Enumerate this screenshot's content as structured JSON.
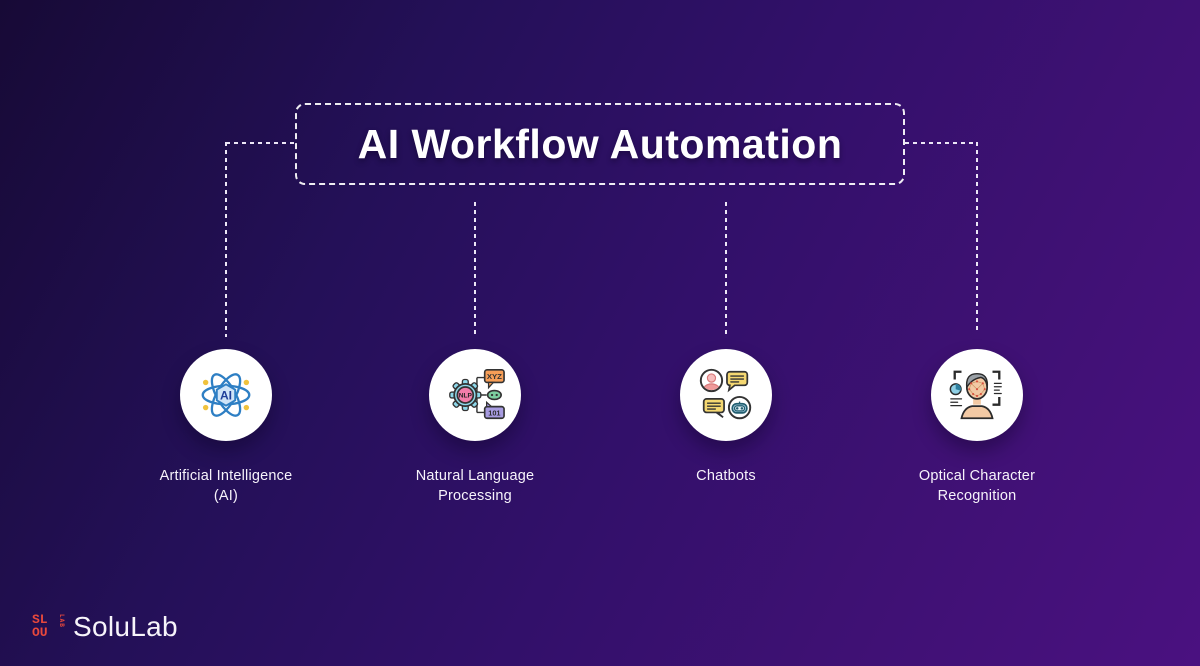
{
  "page": {
    "title": "AI Workflow Automation"
  },
  "nodes": [
    {
      "label_lines": [
        "Artificial Intelligence",
        "(AI)"
      ],
      "icon": "ai-atom-icon",
      "icon_text": "AI"
    },
    {
      "label_lines": [
        "Natural Language",
        "Processing"
      ],
      "icon": "nlp-gear-icon",
      "icon_text": "NLP",
      "icon_bubble_top": "XYZ",
      "icon_bubble_bottom": "101"
    },
    {
      "label_lines": [
        "Chatbots"
      ],
      "icon": "chatbots-icon"
    },
    {
      "label_lines": [
        "Optical Character",
        "Recognition"
      ],
      "icon": "ocr-face-icon"
    }
  ],
  "brand": {
    "name": "SoluLab",
    "mark_top": "SL",
    "mark_bottom": "OU",
    "mark_side": "LAB"
  },
  "colors": {
    "bg_start": "#170a36",
    "bg_end": "#4a1180",
    "title_text": "#ffffff",
    "connector": "#ece6f6",
    "brand_red": "#e8483c",
    "atom_blue": "#2e7fc4",
    "atom_dot_yellow": "#f0c23c",
    "gear_cyan": "#8ed8ea",
    "nlp_pink": "#f27daa",
    "xyz_orange": "#f79e57",
    "box_purple": "#a79be0",
    "pill_green": "#7ccf9f",
    "bubble_yellow": "#f5d871",
    "person_pink": "#ef9a9a",
    "robot_blue": "#aed6ec",
    "skin_tan": "#f2c9a4",
    "hair_gray": "#9aa0a6",
    "pie_blue": "#8ecfe4",
    "mesh_red": "#d94f3d"
  }
}
